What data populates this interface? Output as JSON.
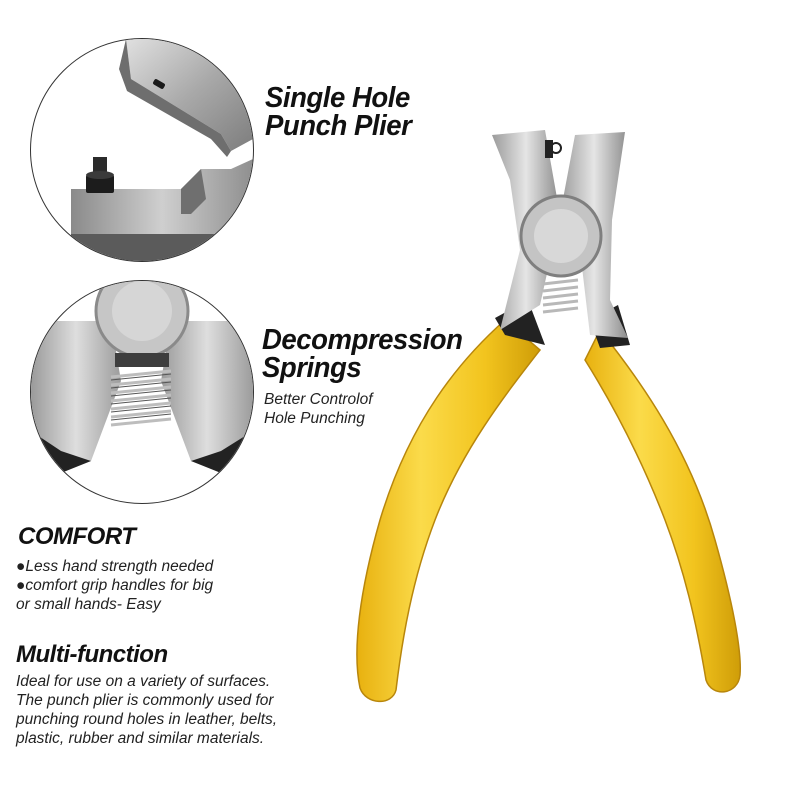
{
  "headings": {
    "single_line1": "Single Hole",
    "single_line2": "Punch Plier",
    "decomp_line1": "Decompression",
    "decomp_line2": "Springs",
    "comfort": "COMFORT",
    "multi": "Multi-function"
  },
  "decomp_sub": [
    "Better Controlof",
    "Hole Punching"
  ],
  "comfort_items": [
    "●Less hand strength needed",
    "●comfort grip handles for big",
    "or small hands- Easy"
  ],
  "multi_text": [
    "Ideal for use on a variety of surfaces.",
    "The punch plier is commonly used for",
    "punching round holes in leather, belts,",
    "plastic, rubber and similar materials."
  ],
  "colors": {
    "handle_yellow": "#f4c81f",
    "handle_shade": "#d9a90c",
    "steel": "#c9c9c9",
    "steel_dark": "#8e8e8e",
    "black_tip": "#222222"
  },
  "icons": [
    "punch-plier-photo",
    "punch-closeup-photo",
    "spring-closeup-photo"
  ]
}
